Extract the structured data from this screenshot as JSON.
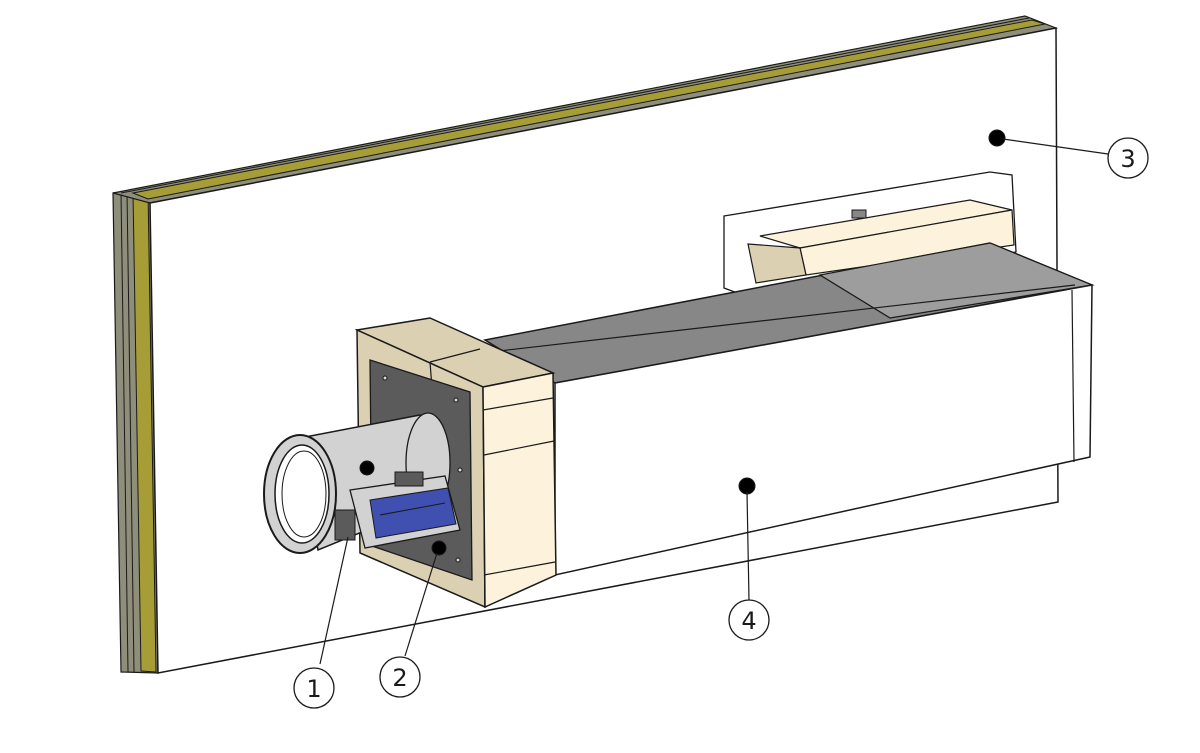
{
  "colors": {
    "outline": "#1a1a1a",
    "wall_face": "#ffffff",
    "wall_core": "#a79d36",
    "wall_layer": "#8e8e7a",
    "duct_top": "#878787",
    "duct_top_light": "#9d9d9d",
    "insulation_light": "#fdf3dc",
    "insulation_shade": "#dcd0b3",
    "flange_dark": "#5b5b5b",
    "spigot": "#d2d2d2",
    "actuator_blue": "#4050b0"
  },
  "icons": {
    "callout": "circled-number",
    "point": "filled-dot"
  },
  "callouts": [
    {
      "id": "damper",
      "label": "1"
    },
    {
      "id": "mounting-frame",
      "label": "2"
    },
    {
      "id": "wall",
      "label": "3"
    },
    {
      "id": "duct",
      "label": "4"
    }
  ]
}
